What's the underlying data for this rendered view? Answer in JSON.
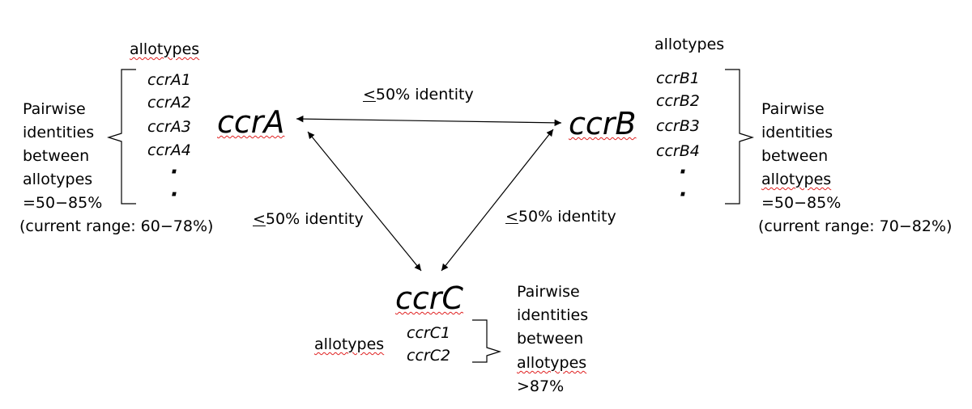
{
  "ccrA": {
    "name": "ccrA",
    "allotypes_label": "allotypes",
    "allotypes": [
      "ccrA1",
      "ccrA2",
      "ccrA3",
      "ccrA4"
    ],
    "ellipsis": [
      "·",
      "·"
    ],
    "pairwise": [
      "Pairwise",
      "identities",
      "between",
      "allotypes",
      "=50−85%",
      "(current range: 60−78%)"
    ]
  },
  "ccrB": {
    "name": "ccrB",
    "allotypes_label": "allotypes",
    "allotypes": [
      "ccrB1",
      "ccrB2",
      "ccrB3",
      "ccrB4"
    ],
    "ellipsis": [
      "·",
      "·"
    ],
    "pairwise": [
      "Pairwise",
      "identities",
      "between",
      "allotypes",
      "=50−85%",
      "(current range: 70−82%)"
    ]
  },
  "ccrC": {
    "name": "ccrC",
    "allotypes_label": "allotypes",
    "allotypes": [
      "ccrC1",
      "ccrC2"
    ],
    "pairwise": [
      "Pairwise",
      "identities",
      "between",
      "allotypes",
      ">87%"
    ]
  },
  "edges": {
    "ab": {
      "symbol": "<",
      "text": "50% identity"
    },
    "ac": {
      "symbol": "<",
      "text": "50% identity"
    },
    "bc": {
      "symbol": "<",
      "text": "50% identity"
    }
  }
}
